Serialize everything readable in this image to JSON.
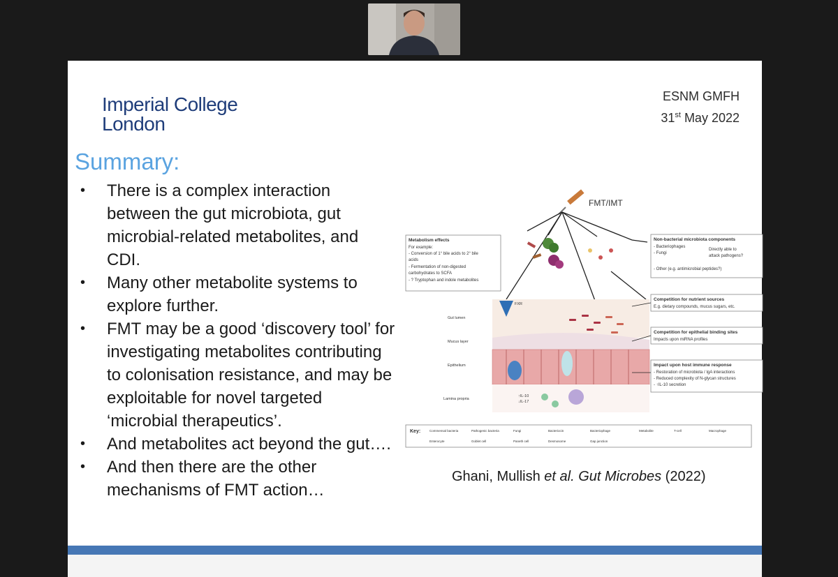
{
  "meeting": {
    "participant_video": "participant-video"
  },
  "slide": {
    "logo": {
      "line1": "Imperial College",
      "line2": "London"
    },
    "event": {
      "name": "ESNM GMFH",
      "date_day": "31",
      "date_suffix": "st",
      "date_rest": " May 2022"
    },
    "title": "Summary:",
    "bullets": [
      "There is a complex interaction between the gut microbiota, gut microbial-related metabolites, and CDI.",
      "Many other metabolite systems to explore further.",
      "FMT may be a good ‘discovery tool’ for investigating metabolites contributing to colonisation resistance, and may be exploitable for novel targeted ‘microbial therapeutics’.",
      "And metabolites act beyond the gut….",
      "And then there are the other mechanisms of FMT action…"
    ],
    "citation": {
      "authors": "Ghani, Mullish ",
      "etal": "et al. Gut Microbes",
      "year": " (2022)"
    },
    "figure": {
      "top_label": "FMT/IMT",
      "left_box": {
        "title": "Metabolism effects",
        "lines": [
          "For example:",
          "- Conversion of 1° bile acids to 2° bile",
          "acids",
          "- Fermentation of non-digested",
          "carbohydrates to SCFA",
          "- ? Tryptophan and indole metabolites"
        ]
      },
      "right_boxes": [
        {
          "title": "Non-bacterial microbiota components",
          "lines": [
            "- Bacteriophages",
            "- Fungi",
            "Directly able to",
            "attack pathogens?",
            "- Other (e.g. antimicrobial peptides?)"
          ]
        },
        {
          "title": "Competition for nutrient sources",
          "lines": [
            "E.g. dietary compounds, mucus sugars, etc."
          ]
        },
        {
          "title": "Competition for epithelial binding sites",
          "lines": [
            "Impacts upon miRNA profiles"
          ]
        },
        {
          "title": "Impact upon host immune response",
          "lines": [
            "- Restoration of microbiota / IgA interactions",
            "- Reduced complexity of N-glycan structures",
            "- ↑IL-10 secretion"
          ]
        }
      ],
      "layer_labels": [
        "Gut lumen",
        "Mucus layer",
        "Epithelium",
        "Lamina propria"
      ],
      "fxr_label": "FXR",
      "il_labels": [
        "↑IL-10",
        "↓IL-17"
      ],
      "key_label": "Key:",
      "key_items": [
        "Commensal bacteria",
        "Pathogenic bacteria",
        "Fungi",
        "Bacteriocin",
        "Bacteriophage",
        "Metabolite",
        "T-cell",
        "Macrophage",
        "Enterocyte",
        "Goblet cell",
        "Paneth cell",
        "Desmosome",
        "Gap junction"
      ]
    }
  },
  "colors": {
    "logo": "#1f3d7a",
    "title": "#5aa3e0",
    "bar": "#4677b5"
  }
}
